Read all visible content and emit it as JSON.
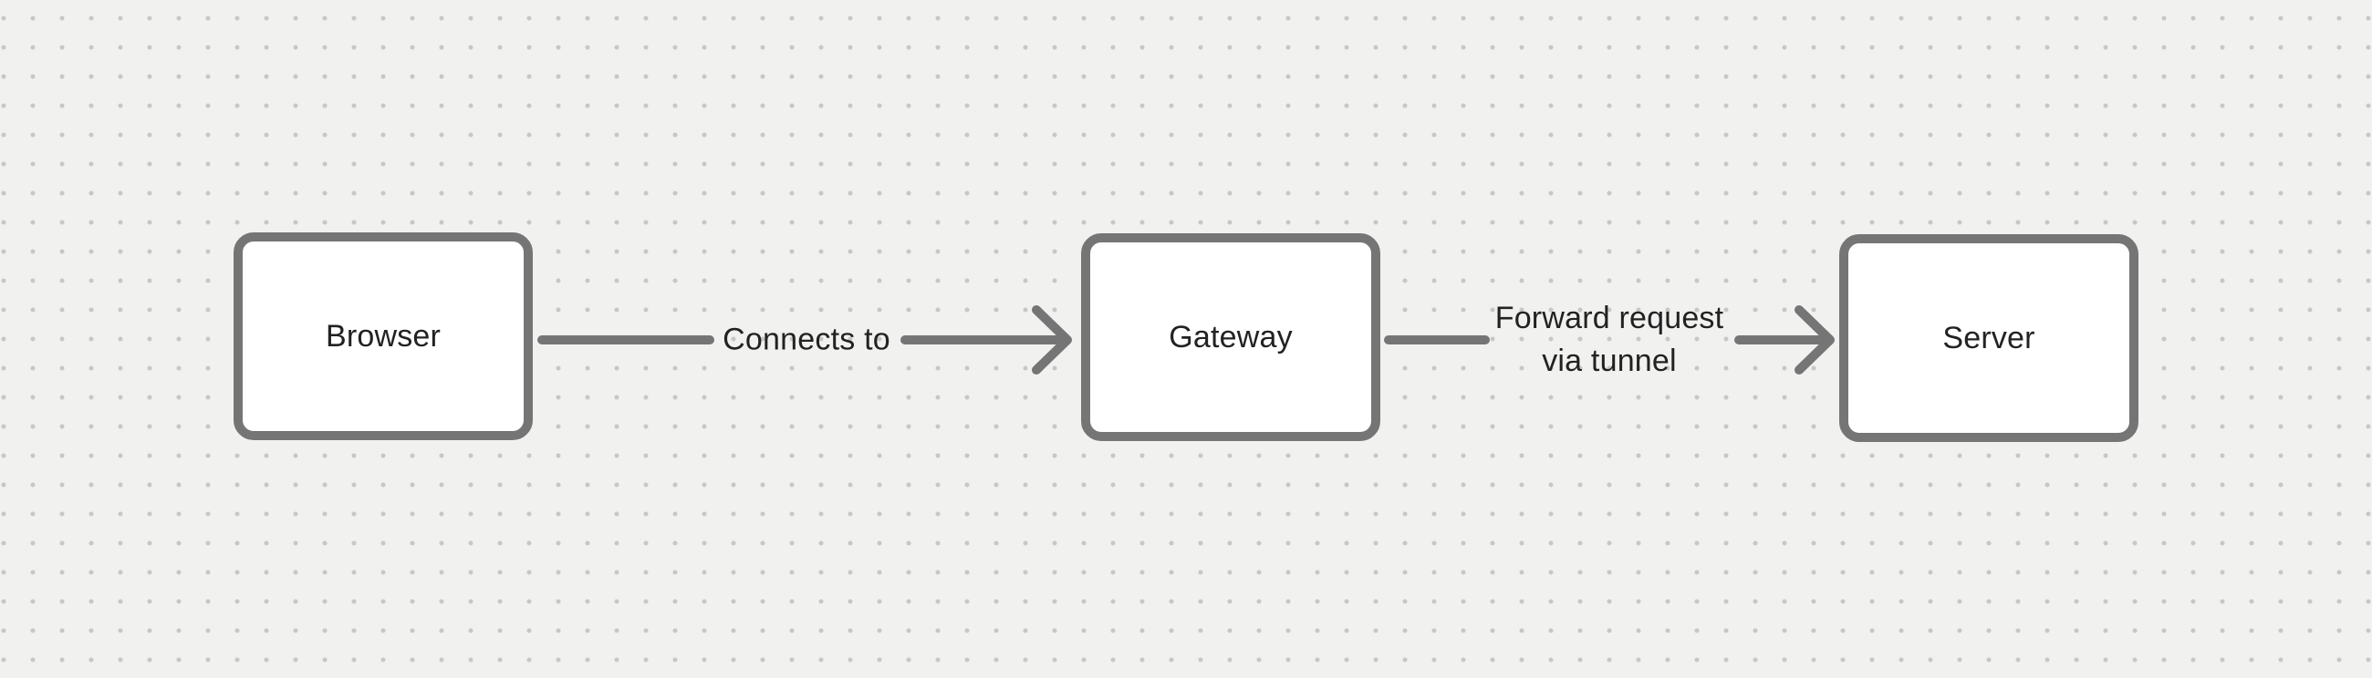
{
  "canvas": {
    "background_color": "#f1f1f0",
    "dot_color": "#c7c7c6"
  },
  "diagram": {
    "stroke_color": "#757575",
    "node_fill": "#ffffff",
    "text_color": "#222222",
    "nodes": [
      {
        "id": "browser",
        "label": "Browser"
      },
      {
        "id": "gateway",
        "label": "Gateway"
      },
      {
        "id": "server",
        "label": "Server"
      }
    ],
    "edges": [
      {
        "from": "browser",
        "to": "gateway",
        "label": "Connects to"
      },
      {
        "from": "gateway",
        "to": "server",
        "label": "Forward request\nvia tunnel"
      }
    ]
  }
}
